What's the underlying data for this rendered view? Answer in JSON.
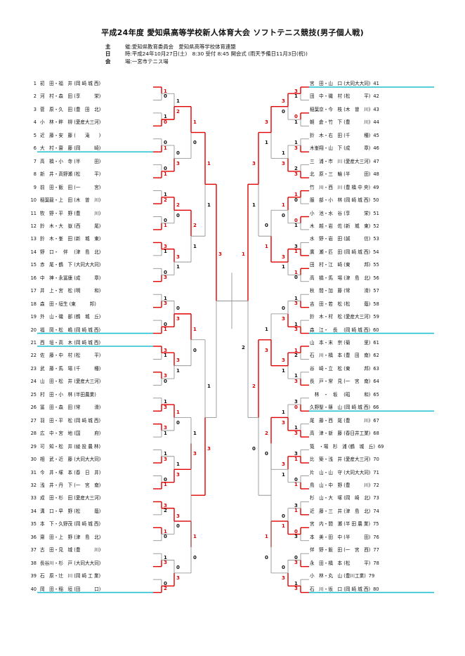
{
  "title": "平成24年度 愛知県高等学校新人体育大会 ソフトテニス競技(男子個人戦)",
  "info": [
    {
      "label": "主",
      "text": "催:愛知県教育委員会　愛知県高等学校体育連盟"
    },
    {
      "label": "日",
      "text": "時:平成24年10月27日(土)　8:30 受付 8:45 開会式 (雨天予備日11月3日(祝))"
    },
    {
      "label": "会",
      "text": "場:一宮市テニス場"
    }
  ],
  "colors": {
    "win_line": "#e00000",
    "highlight": "#20c0d0",
    "line": "#888888"
  },
  "left_entries": [
    {
      "num": "1",
      "text": "初　田・福　井 (岡 崎 城 西)"
    },
    {
      "num": "2",
      "text": "河　村・森　田 (享　　　栄)"
    },
    {
      "num": "3",
      "text": "菅　原・久　田 (豊　田　北)"
    },
    {
      "num": "4",
      "text": "小　林・畔　柳 (愛産大三河)"
    },
    {
      "num": "5",
      "text": "近　藤・安　藤 (　　滝　　)"
    },
    {
      "num": "6",
      "text": "大　村・齋　藤 (岡　　　崎)"
    },
    {
      "num": "7",
      "text": "高　橋・小　寺 (半　　　田)"
    },
    {
      "num": "8",
      "text": "新　井・高野瀬 (松　　　平)"
    },
    {
      "num": "9",
      "text": "前　田・飯　田 (一　　　宮)"
    },
    {
      "num": "10",
      "text": "稲葉龍・上　田 (木　曽　川)"
    },
    {
      "num": "11",
      "text": "牧　野・平　野 (豊　　　川)"
    },
    {
      "num": "12",
      "text": "鈴　木・大　嶽 (西　　　尾)"
    },
    {
      "num": "13",
      "text": "鈴　木・峯　田 (新　城　東)"
    },
    {
      "num": "14",
      "text": "野　口・　伴　 (津　島　北)"
    },
    {
      "num": "15",
      "text": "赤　尾・鶴　下 (大同大大同)"
    },
    {
      "num": "16",
      "text": "中　神・永冨康 (成　　　章)"
    },
    {
      "num": "17",
      "text": "井　上・宮　松 (明　　　和)"
    },
    {
      "num": "18",
      "text": "森　田・垣生 (東　　　邦)"
    },
    {
      "num": "19",
      "text": "外　山・磯　部 (鶴　城　丘)"
    },
    {
      "num": "20",
      "text": "福　岡・松　嶋 (岡 崎 城 西)"
    },
    {
      "num": "21",
      "text": "西　垣・高　木 (岡 崎 城 西)"
    },
    {
      "num": "22",
      "text": "佐　藤・中　村 (松　　　平)"
    },
    {
      "num": "23",
      "text": "武　藤・馬　場 (千　　　種)"
    },
    {
      "num": "24",
      "text": "山　田・松　井 (愛産大三河)"
    },
    {
      "num": "25",
      "text": "村　田・小　林 (半田農業)"
    },
    {
      "num": "26",
      "text": "冨　田・森　田 (常　　　滑)"
    },
    {
      "num": "27",
      "text": "羽　田・平　松 (岡 崎 城 西)"
    },
    {
      "num": "28",
      "text": "広　中・宮　地 (国　　　府)"
    },
    {
      "num": "29",
      "text": "可　知・松　井 (綾 投 農 林)"
    },
    {
      "num": "30",
      "text": "相　武・近　藤 (大同大大同)"
    },
    {
      "num": "31",
      "text": "今　井・塚　本 (春　日　井)"
    },
    {
      "num": "32",
      "text": "浅　井・丹　下 (一　宮　南)"
    },
    {
      "num": "33",
      "text": "成　田・杉　田 (愛産大三河)"
    },
    {
      "num": "34",
      "text": "溝　口・早　野 (松　　　蔭)"
    },
    {
      "num": "35",
      "text": "本　下・久野茂 (岡 崎 城 西)"
    },
    {
      "num": "36",
      "text": "齋　田・上　野 (津　島　北)"
    },
    {
      "num": "37",
      "text": "古　田・見　城 (豊　　　川)"
    },
    {
      "num": "38",
      "text": "長谷川・杉　戸 (大同大大同)"
    },
    {
      "num": "39",
      "text": "石　原・辻　川 (岡 崎 工 業)"
    },
    {
      "num": "40",
      "text": "岡　田・稲　垣 (田　　　口)"
    }
  ],
  "right_entries": [
    {
      "num": "41",
      "text": "宮　田・山　口 (大同大大同)"
    },
    {
      "num": "42",
      "text": "田　中・磯　村 (松　　　平)"
    },
    {
      "num": "43",
      "text": "稲葉京・今　枝 (木　曽　川)"
    },
    {
      "num": "44",
      "text": "朝　倉・竹　下 (豊　　　川)"
    },
    {
      "num": "45",
      "text": "鈴　木・右　田 (千　　　種)"
    },
    {
      "num": "46",
      "text": "木峯翔・山　下 (成　　　章)"
    },
    {
      "num": "47",
      "text": "三　浦・市　川 (愛産大三河)"
    },
    {
      "num": "48",
      "text": "北　原・三　輪 (半　　　田)"
    },
    {
      "num": "49",
      "text": "竹　川・西　川 (豊 橋 中 央)"
    },
    {
      "num": "50",
      "text": "服　部・小　林 (岡 崎 城 西)"
    },
    {
      "num": "51",
      "text": "小　池・水　谷 (享　　　栄)"
    },
    {
      "num": "52",
      "text": "木　越・岩　佐 (新　城　東)"
    },
    {
      "num": "53",
      "text": "水　野・岩　田 (誠　　　信)"
    },
    {
      "num": "54",
      "text": "廣　瀬・匹　田 (岡 崎 城 西)"
    },
    {
      "num": "55",
      "text": "田　村・江　崎 (東　　　邦)"
    },
    {
      "num": "56",
      "text": "高　橋・馬　場 (津　島　北)"
    },
    {
      "num": "57",
      "text": "秋　間・加　藤 (常　　　滑)"
    },
    {
      "num": "58",
      "text": "吉　田・若　松 (松　　　蔭)"
    },
    {
      "num": "59",
      "text": "鈴　木・村　松 (愛産大三河)"
    },
    {
      "num": "60",
      "text": "森　江・　長　 (岡 崎 城 西)"
    },
    {
      "num": "61",
      "text": "山　本・末　宗 (菊　　　里)"
    },
    {
      "num": "62",
      "text": "石　川・橋　本 (豊　田　南)"
    },
    {
      "num": "63",
      "text": "谷　崎・立　松 (東　　　邦)"
    },
    {
      "num": "64",
      "text": "長　戸・常　見 (一　宮　南)"
    },
    {
      "num": "65",
      "text": "　林　・　坂　 (昭　　　和)"
    },
    {
      "num": "66",
      "text": "久野聖・篠　山 (岡 崎 城 西)"
    },
    {
      "num": "67",
      "text": "尾　藤・西　尾 (豊　　　川)"
    },
    {
      "num": "68",
      "text": "高　津・新　藤 (春日井工業)"
    },
    {
      "num": "69",
      "text": "筧　・場　杉　浦 (鶴　城　丘)"
    },
    {
      "num": "70",
      "text": "比　築・浅　井 (愛産大三河)"
    },
    {
      "num": "71",
      "text": "片　山・山　守 (大同大大同)"
    },
    {
      "num": "72",
      "text": "鳥　山・中　野 (豊　　　川)"
    },
    {
      "num": "73",
      "text": "杉　山・大　塚 (岡　崎　北)"
    },
    {
      "num": "74",
      "text": "近　藤・三　井 (津　島　北)"
    },
    {
      "num": "75",
      "text": "宮　内・間　瀬 (半 田 農 業)"
    },
    {
      "num": "76",
      "text": "本　美・田　中 (半　　　田)"
    },
    {
      "num": "77",
      "text": "伴　野・飯　田 (一　宮　西)"
    },
    {
      "num": "78",
      "text": "永　田・橋　本 (松　　　平)"
    },
    {
      "num": "79",
      "text": "小　林・丸　山 (豊川工業)"
    },
    {
      "num": "80",
      "text": "石　川・坂　口 (岡 崎 城 西)"
    }
  ],
  "highlighted": [
    6,
    20,
    21,
    40,
    41,
    60,
    66,
    80
  ],
  "left_matches": [
    {
      "a": [
        1,
        2
      ],
      "winner": 1,
      "sa": "1",
      "sb": "0"
    },
    {
      "a": [
        3,
        4
      ],
      "winner": 4,
      "sa": "1",
      "sb": "0"
    },
    {
      "a": [
        5,
        6
      ],
      "winner": 6,
      "sa": "0",
      "sb": "1"
    },
    {
      "a": [
        7,
        8
      ],
      "winner": 8,
      "sa": "0",
      "sb": "1"
    },
    {
      "a": [
        9,
        10
      ],
      "winner": 10,
      "sa": "1",
      "sb": "2"
    },
    {
      "a": [
        11,
        12
      ],
      "winner": 12,
      "sa": "0",
      "sb": "1"
    },
    {
      "a": [
        13,
        14
      ],
      "winner": 13,
      "sa": "3",
      "sb": "1"
    },
    {
      "a": [
        15,
        16
      ],
      "winner": 16,
      "sa": "0",
      "sb": "3"
    },
    {
      "a": [
        17,
        18
      ],
      "winner": 18,
      "sa": "1",
      "sb": "3"
    },
    {
      "a": [
        19,
        20
      ],
      "winner": 20,
      "sa": "0",
      "sb": "1"
    },
    {
      "a": [
        21,
        22
      ],
      "winner": 21,
      "sa": "3",
      "sb": "1"
    },
    {
      "a": [
        23,
        24
      ],
      "winner": 23,
      "sa": "3",
      "sb": "0"
    },
    {
      "a": [
        25,
        26
      ],
      "winner": 26,
      "sa": "1",
      "sb": "3"
    },
    {
      "a": [
        27,
        28
      ],
      "winner": 27,
      "sa": "3",
      "sb": "1"
    },
    {
      "a": [
        29,
        30
      ],
      "winner": 30,
      "sa": "1",
      "sb": "3"
    },
    {
      "a": [
        31,
        32
      ],
      "winner": 32,
      "sa": "0",
      "sb": "1"
    },
    {
      "a": [
        33,
        34
      ],
      "winner": 33,
      "sa": "3",
      "sb": "2"
    },
    {
      "a": [
        35,
        36
      ],
      "winner": 35,
      "sa": "1",
      "sb": "0"
    },
    {
      "a": [
        37,
        38
      ],
      "winner": 38,
      "sa": "1",
      "sb": "3"
    },
    {
      "a": [
        39,
        40
      ],
      "winner": 40,
      "sa": "0",
      "sb": "2"
    }
  ],
  "right_matches": [
    {
      "a": [
        41,
        42
      ],
      "winner": 41,
      "sa": "3",
      "sb": "1"
    },
    {
      "a": [
        43,
        44
      ],
      "winner": 43,
      "sa": "0",
      "sb": "1"
    },
    {
      "a": [
        45,
        46
      ],
      "winner": 46,
      "sa": "1",
      "sb": "3"
    },
    {
      "a": [
        47,
        48
      ],
      "winner": 48,
      "sa": "2",
      "sb": "3"
    },
    {
      "a": [
        49,
        50
      ],
      "winner": 49,
      "sa": "1",
      "sb": "0"
    },
    {
      "a": [
        51,
        52
      ],
      "winner": 51,
      "sa": "0",
      "sb": "1"
    },
    {
      "a": [
        53,
        54
      ],
      "winner": 54,
      "sa": "3",
      "sb": "1"
    },
    {
      "a": [
        55,
        56
      ],
      "winner": 55,
      "sa": "1",
      "sb": "0"
    },
    {
      "a": [
        57,
        58
      ],
      "winner": 58,
      "sa": "1",
      "sb": "3"
    },
    {
      "a": [
        59,
        60
      ],
      "winner": 60,
      "sa": "1",
      "sb": "3"
    },
    {
      "a": [
        61,
        62
      ],
      "winner": 61,
      "sa": "1",
      "sb": "2"
    },
    {
      "a": [
        63,
        64
      ],
      "winner": 64,
      "sa": "1",
      "sb": "3"
    },
    {
      "a": [
        65,
        66
      ],
      "winner": 66,
      "sa": "3",
      "sb": "0"
    },
    {
      "a": [
        67,
        68
      ],
      "winner": 68,
      "sa": "1",
      "sb": "3"
    },
    {
      "a": [
        69,
        70
      ],
      "winner": 70,
      "sa": "3",
      "sb": "1"
    },
    {
      "a": [
        71,
        72
      ],
      "winner": 72,
      "sa": "0",
      "sb": "1"
    },
    {
      "a": [
        73,
        74
      ],
      "winner": 74,
      "sa": "3",
      "sb": "1"
    },
    {
      "a": [
        75,
        76
      ],
      "winner": 75,
      "sa": "0",
      "sb": "3"
    },
    {
      "a": [
        77,
        78
      ],
      "winner": 78,
      "sa": "0",
      "sb": "3"
    },
    {
      "a": [
        79,
        80
      ],
      "winner": 80,
      "sa": "1",
      "sb": "3"
    }
  ],
  "left_round2": [
    {
      "s": [
        "1",
        "2"
      ],
      "w": 1
    },
    {
      "s": [
        "0",
        "3"
      ],
      "w": 1
    },
    {
      "s": [
        "2",
        "0"
      ],
      "w": 0
    },
    {
      "s": [
        "3",
        "1"
      ],
      "w": 0
    },
    {
      "s": [
        "0",
        "3"
      ],
      "w": 1
    },
    {
      "s": [
        "3",
        "1"
      ],
      "w": 0
    },
    {
      "s": [
        "1",
        "0"
      ],
      "w": 0
    },
    {
      "s": [
        "1",
        "3"
      ],
      "w": 1
    },
    {
      "s": [
        "3",
        "0"
      ],
      "w": 0
    },
    {
      "s": [
        "0",
        "3"
      ],
      "w": 1
    }
  ],
  "left_round3": [
    {
      "s": [
        "1",
        "0"
      ],
      "w": 0
    },
    {
      "s": [
        "2",
        "1"
      ],
      "w": 0
    },
    {
      "s": [
        "1",
        "0"
      ],
      "w": 0
    },
    {
      "s": [
        "1",
        "3"
      ],
      "w": 1
    },
    {
      "s": [
        "1",
        "0"
      ],
      "w": 0
    }
  ],
  "left_round4": [
    {
      "s": [
        "1",
        "1"
      ],
      "w": 0
    },
    {
      "s": [
        "1",
        "3"
      ],
      "w": 1
    }
  ],
  "left_final": {
    "s": [
      "3",
      ""
    ]
  },
  "right_round2": [
    {
      "s": [
        "3",
        "0"
      ],
      "w": 0
    },
    {
      "s": [
        "1",
        "3"
      ],
      "w": 1
    },
    {
      "s": [
        "1",
        "0"
      ],
      "w": 0
    },
    {
      "s": [
        "3",
        "1"
      ],
      "w": 0
    },
    {
      "s": [
        "0",
        "3"
      ],
      "w": 1
    },
    {
      "s": [
        "3",
        "1"
      ],
      "w": 0
    },
    {
      "s": [
        "1",
        "3"
      ],
      "w": 1
    },
    {
      "s": [
        "3",
        "1"
      ],
      "w": 0
    },
    {
      "s": [
        "0",
        "1"
      ],
      "w": 1
    },
    {
      "s": [
        "0",
        "3"
      ],
      "w": 1
    }
  ],
  "right_round3": [
    {
      "s": [
        "3",
        "1"
      ],
      "w": 0
    },
    {
      "s": [
        "0",
        "1"
      ],
      "w": 1
    },
    {
      "s": [
        "1",
        "3"
      ],
      "w": 1
    },
    {
      "s": [
        "2",
        "0"
      ],
      "w": 0
    },
    {
      "s": [
        "1",
        "0"
      ],
      "w": 0
    }
  ],
  "right_round4": [
    {
      "s": [
        "3",
        "1"
      ],
      "w": 0
    },
    {
      "s": [
        "2",
        "0"
      ],
      "w": 0
    }
  ],
  "right_final": {
    "s": [
      "1",
      "2"
    ]
  }
}
